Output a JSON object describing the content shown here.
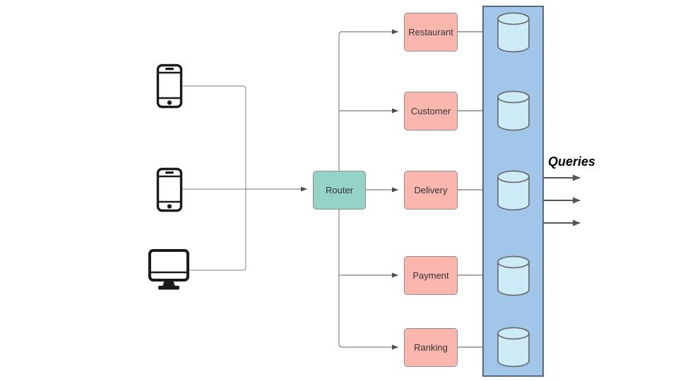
{
  "diagram": {
    "type": "microservices-architecture",
    "clients": [
      {
        "id": "phone-1",
        "icon": "smartphone-icon"
      },
      {
        "id": "phone-2",
        "icon": "smartphone-icon"
      },
      {
        "id": "desktop",
        "icon": "desktop-monitor-icon"
      }
    ],
    "router": {
      "label": "Router"
    },
    "services": [
      {
        "label": "Restaurant"
      },
      {
        "label": "Customer"
      },
      {
        "label": "Delivery"
      },
      {
        "label": "Payment"
      },
      {
        "label": "Ranking"
      }
    ],
    "databases": {
      "icon": "database-cylinder-icon",
      "count": 5
    },
    "queries": {
      "label": "Queries",
      "arrow_count": 3
    },
    "colors": {
      "router_fill": "#94d3c6",
      "service_fill": "#fbb6ae",
      "band_fill": "#a2c6e9",
      "cylinder_fill": "#cdeaf7",
      "connector": "#8a8a8a",
      "arrowhead": "#4d4d4d"
    }
  }
}
